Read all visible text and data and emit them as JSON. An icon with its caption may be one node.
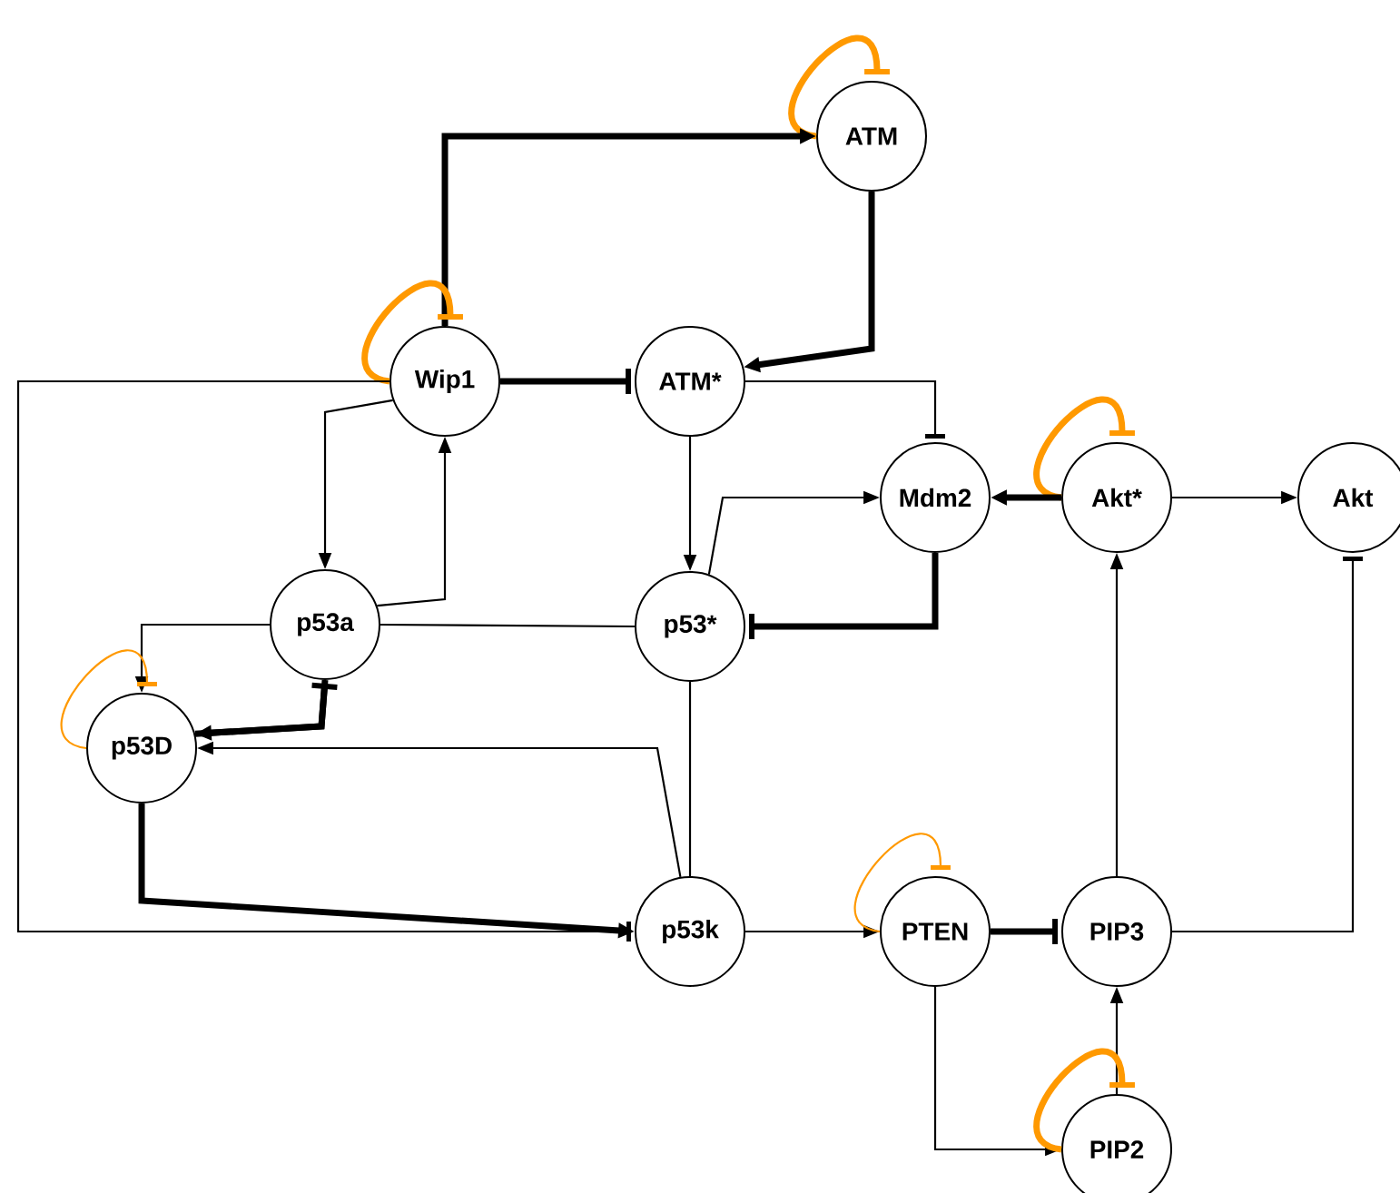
{
  "diagram": {
    "nodes": [
      {
        "text": [
          "ATM"
        ]
      },
      {
        "text": [
          "Wip1"
        ]
      },
      {
        "text": [
          "ATM*"
        ]
      },
      {
        "text": [
          "Mdm2"
        ]
      },
      {
        "text": [
          "Akt*"
        ]
      },
      {
        "text": [
          "Akt"
        ]
      },
      {
        "text": [
          "p53a"
        ]
      },
      {
        "text": [
          "p53*"
        ]
      },
      {
        "text": [
          "p53D"
        ]
      },
      {
        "text": [
          "p53k"
        ]
      },
      {
        "text": [
          "PTEN"
        ]
      },
      {
        "text": [
          "PIP3"
        ]
      },
      {
        "text": [
          "PIP2"
        ]
      }
    ],
    "edges": [
      {
        "from": 0,
        "to": 0,
        "arrow": "other",
        "style": "thick",
        "color": "#ff9900"
      },
      {
        "from": 1,
        "to": 0,
        "arrow": "to",
        "style": "thick"
      },
      {
        "from": 1,
        "to": 1,
        "arrow": "other",
        "style": "thick",
        "color": "#ff9900"
      },
      {
        "from": 0,
        "to": 2,
        "arrow": "to",
        "style": "thick"
      },
      {
        "from": 1,
        "to": 2,
        "arrow": "other",
        "style": "thick"
      },
      {
        "from": 1,
        "to": 9,
        "arrow": "other"
      },
      {
        "from": 2,
        "to": 3,
        "arrow": "other"
      },
      {
        "from": 1,
        "to": 6,
        "arrow": "to"
      },
      {
        "from": 6,
        "to": 1,
        "arrow": "to"
      },
      {
        "from": 2,
        "to": 7,
        "arrow": "to"
      },
      {
        "from": 7,
        "to": 3,
        "arrow": "to"
      },
      {
        "from": 3,
        "to": 7,
        "arrow": "other",
        "style": "thick"
      },
      {
        "from": 4,
        "to": 4,
        "arrow": "other",
        "style": "thick",
        "color": "#ff9900"
      },
      {
        "from": 4,
        "to": 3,
        "arrow": "to",
        "style": "thick"
      },
      {
        "from": 4,
        "to": 5,
        "arrow": "to"
      },
      {
        "from": 6,
        "to": 8,
        "arrow": "to"
      },
      {
        "from": 6,
        "to": 7,
        "arrow": "none"
      },
      {
        "from": 8,
        "to": 8,
        "arrow": "other",
        "color": "#ff9900"
      },
      {
        "from": 6,
        "to": 8,
        "arrow": "to",
        "style": "thick"
      },
      {
        "from": 8,
        "to": 6,
        "arrow": "other",
        "style": "thick"
      },
      {
        "from": 9,
        "to": 8,
        "arrow": "to"
      },
      {
        "from": 7,
        "to": 9,
        "arrow": "none"
      },
      {
        "from": 8,
        "to": 9,
        "arrow": "to",
        "style": "thick"
      },
      {
        "from": 9,
        "to": 10,
        "arrow": "to"
      },
      {
        "from": 10,
        "to": 10,
        "arrow": "other",
        "color": "#ff9900"
      },
      {
        "from": 10,
        "to": 11,
        "arrow": "other",
        "style": "thick"
      },
      {
        "from": 11,
        "to": 4,
        "arrow": "to"
      },
      {
        "from": 11,
        "to": 5,
        "arrow": "other"
      },
      {
        "from": 10,
        "to": 12,
        "arrow": "to"
      },
      {
        "from": 12,
        "to": 11,
        "arrow": "to"
      },
      {
        "from": 12,
        "to": 12,
        "arrow": "other",
        "style": "thick",
        "color": "#ff9900"
      }
    ]
  }
}
